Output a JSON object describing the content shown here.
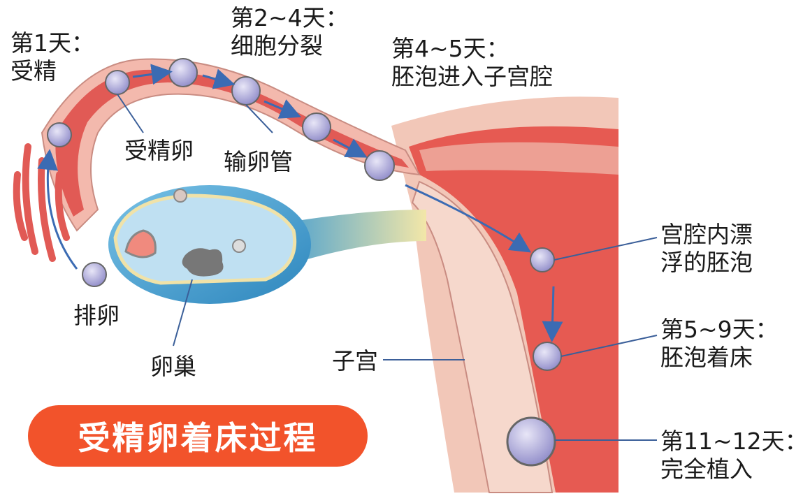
{
  "title": "受精卵着床过程",
  "labels": {
    "day1": [
      "第1天：",
      "受精"
    ],
    "day2_4": [
      "第2~4天：",
      "细胞分裂"
    ],
    "day4_5": [
      "第4~5天：",
      "胚泡进入子宫腔"
    ],
    "zygote": "受精卵",
    "oviduct": "输卵管",
    "ovulation": "排卵",
    "ovary": "卵巢",
    "uterus": "子宫",
    "floating": [
      "宫腔内漂",
      "浮的胚泡"
    ],
    "day5_9": [
      "第5~9天：",
      "胚泡着床"
    ],
    "day11_12": [
      "第11~12天：",
      "完全植入"
    ]
  },
  "colors": {
    "tube": "#e15a55",
    "tube_outer": "#f3b9ad",
    "uterus_wall": "#e65a52",
    "uterus_muscle": "#f2c7b8",
    "ovary": "#4aa0d0",
    "cell": "#a9a6d8",
    "arrow": "#3b6bb3",
    "badge": "#f2532b"
  }
}
